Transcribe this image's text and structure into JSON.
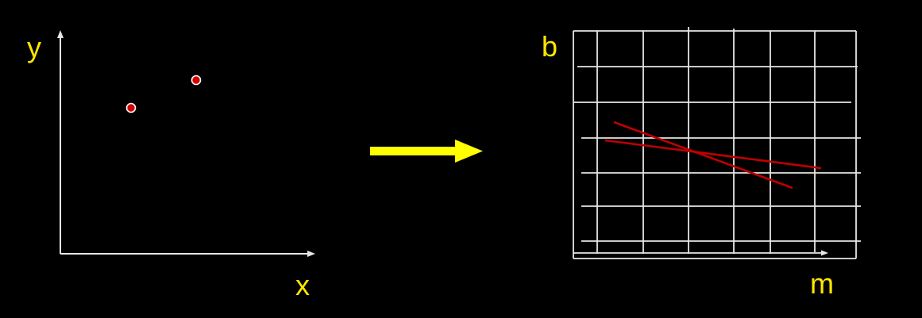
{
  "colors": {
    "background": "#000000",
    "axis": "#e6e6e6",
    "label": "#ffe600",
    "point_fill": "#d60000",
    "point_stroke": "#ffffff",
    "arrow": "#ffff00",
    "grid": "#e6e6e6",
    "hough_line": "#c00000"
  },
  "data_space": {
    "x_label": "x",
    "y_label": "y",
    "points": [
      "point-1",
      "point-2"
    ]
  },
  "transform_arrow": {
    "icon": "right-arrow-icon"
  },
  "parameter_space": {
    "m_label": "m",
    "b_label": "b",
    "lines": [
      "line-from-point-1",
      "line-from-point-2"
    ]
  }
}
